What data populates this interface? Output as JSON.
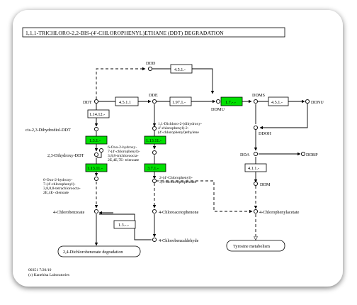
{
  "title": "1,1,1-TRICHLORO-2,2-BIS-(4'-CHLOROPHENYL)ETHANE (DDT) DEGRADATION",
  "compounds": {
    "ddd": "DDD",
    "ddt": "DDT",
    "dde": "DDE",
    "ddmu": "DDMU",
    "ddms": "DDMS",
    "ddnu": "DDNU",
    "ddoh": "DDOH",
    "dda": "DDA",
    "ddbp": "DDBP",
    "ddm": "DDM",
    "cis_dihydrodiol": "cis-2,3-Dihydrodiol-DDT",
    "dihydroxy_ddt": "2,3-Dihydroxy-DDT",
    "dichloro_dihydroxy_l1": "1,1-Dichloro-2-(dihydroxy-",
    "dichloro_dihydroxy_l2": "4'-chlorophenyl)-2-",
    "dichloro_dihydroxy_l3": "(4'-chlorophenyl)ethylene",
    "oxo_hydroxy_l1": "6-Oxo-2-hydroxy-",
    "oxo_hydroxy_l2": "7-(4'-chlorophenyl)-",
    "oxo_hydroxy_l3": "3,8,8-trichloroocta-",
    "oxo_hydroxy_l4": "2E,4E,7E- trienoate",
    "oxo_tetrachloro_l1": "6-Oxo-2-hydroxy-",
    "oxo_tetrachloro_l2": "7-(4'-chlorophenyl)-",
    "oxo_tetrachloro_l3": "3,8,8,8-tetrachloroocta-",
    "oxo_tetrachloro_l4": "2E,4E- dienoate",
    "chlorophenyl_dichloropropenoate_l1": "2-(4'-Chlorophenyl)-",
    "chlorophenyl_dichloropropenoate_l2": "3,3-dichloropropenoate",
    "chlorobenzoate": "4-Chlorobenzoate",
    "chloroacetophenone": "4-Chloroacetophenone",
    "chlorophenylacetate": "4-Chlorophenylacetate",
    "chlorobenzaldehyde": "4-Chlorobenzaldehyde"
  },
  "enzymes": {
    "e_4511_top": "4.5.1.-",
    "e_4511_ddt": "4.5.1.1",
    "e_197": "1.97.1.-",
    "e_17_green": "1.7.-.-",
    "e_451_right": "4.5.1.-",
    "e_114": "1.14.12.-",
    "e_1131_left": "1.3.1.-",
    "e_11311_left": "1.13.11.-",
    "e_11311_mid": "1.13.11.-",
    "e_3711": "3.7.1.-",
    "e_4111": "4.1.1.-",
    "e_13": "1.3.-.-"
  },
  "links": {
    "dichlorobenzoate": "2,4-Dichlorobenzoate degradation",
    "tyrosine": "Tyrosine metabolism"
  },
  "footer": {
    "date": "00351 7/20/10",
    "lab": "(c) Kanehisa Laboratories"
  }
}
